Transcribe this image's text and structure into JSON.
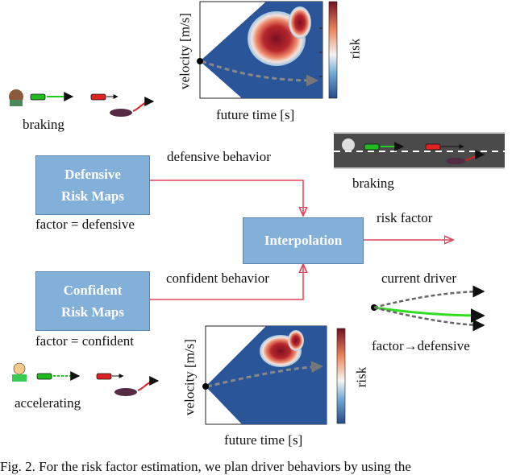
{
  "top_plot": {
    "ylabel": "velocity [m/s]",
    "xlabel": "future time [s]",
    "colorbar_label": "risk"
  },
  "bottom_plot": {
    "ylabel": "velocity [m/s]",
    "xlabel": "future time [s]",
    "colorbar_label": "risk"
  },
  "scenarios": {
    "braking_left": "braking",
    "braking_road": "braking",
    "accelerating": "accelerating"
  },
  "boxes": {
    "defensive_line1": "Defensive",
    "defensive_line2": "Risk Maps",
    "defensive_factor": "factor = defensive",
    "confident_line1": "Confident",
    "confident_line2": "Risk Maps",
    "confident_factor": "factor = confident",
    "interpolation": "Interpolation"
  },
  "edges": {
    "defensive_behavior": "defensive behavior",
    "confident_behavior": "confident behavior",
    "risk_factor": "risk factor"
  },
  "legend": {
    "current_driver": "current driver",
    "factor_to_defensive": "factor→defensive"
  },
  "caption": "Fig. 2. For the risk factor estimation, we plan driver behaviors by using the",
  "colors": {
    "box_fill": "#82b0d9",
    "arrow_red": "#e0455a",
    "map_blue": "#2a5599",
    "risk_dark": "#7a1021",
    "green_path": "#33dd22"
  }
}
